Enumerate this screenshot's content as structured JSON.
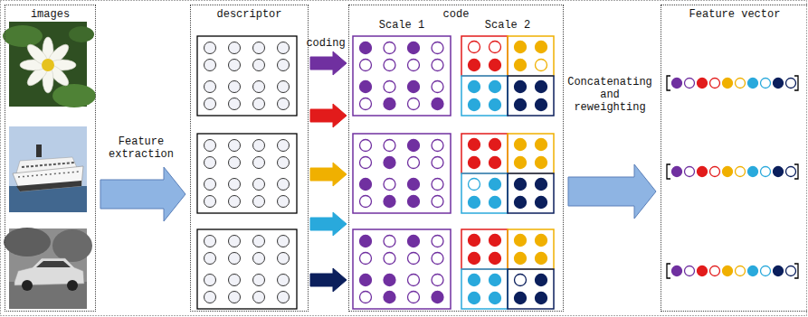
{
  "diagram": {
    "nodes": [
      {
        "text": [
          "images"
        ]
      },
      {
        "text": [
          "descriptor"
        ]
      },
      {
        "text": [
          "code"
        ]
      },
      {
        "text": [
          "Feature vector"
        ]
      }
    ],
    "edges": [
      {
        "from": 0,
        "to": 1,
        "arrow": "to",
        "label": "Feature extraction"
      },
      {
        "from": 1,
        "to": 2,
        "arrow": "to",
        "label": "coding"
      },
      {
        "from": 1,
        "to": 2,
        "arrow": "to"
      },
      {
        "from": 1,
        "to": 2,
        "arrow": "to"
      },
      {
        "from": 1,
        "to": 2,
        "arrow": "to"
      },
      {
        "from": 1,
        "to": 2,
        "arrow": "to"
      },
      {
        "from": 2,
        "to": 3,
        "arrow": "to",
        "label": "Concatenating and reweighting"
      }
    ],
    "labels": [
      "Scale 1",
      "Scale 2"
    ]
  }
}
